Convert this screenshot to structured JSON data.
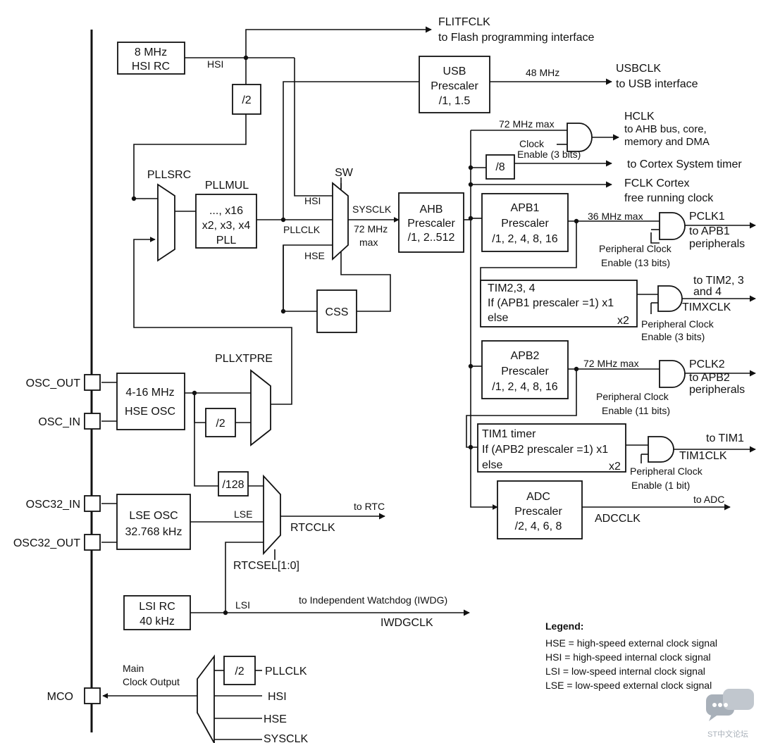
{
  "signals": {
    "flitfclk": "FLITFCLK",
    "flash_interface": "to Flash programming interface",
    "usbclk": "USBCLK",
    "usb_interface": "to USB interface",
    "usb_freq": "48 MHz",
    "hclk": "HCLK",
    "hclk_dest_1": "to AHB bus, core,",
    "hclk_dest_2": "memory and DMA",
    "max_72": "72 MHz max",
    "clock_enable_1": "Clock",
    "clock_enable_2": "Enable (3 bits)",
    "cortex_timer": "to Cortex System timer",
    "fclk_1": "FCLK Cortex",
    "fclk_2": "free running clock",
    "max_36": "36 MHz max",
    "pclk1": "PCLK1",
    "pclk1_dest_1": "to APB1",
    "pclk1_dest_2": "peripherals",
    "pce_13_1": "Peripheral Clock",
    "pce_13_2": "Enable (13 bits)",
    "tim234_dest_1": "to TIM2, 3",
    "tim234_dest_2": "and 4",
    "timxclk": "TIMXCLK",
    "pce_3_1": "Peripheral Clock",
    "pce_3_2": "Enable (3 bits)",
    "max_72b": "72 MHz max",
    "pclk2": "PCLK2",
    "pclk2_dest_1": "to APB2",
    "pclk2_dest_2": "peripherals",
    "pce_11_1": "Peripheral Clock",
    "pce_11_2": "Enable (11 bits)",
    "tim1_dest": "to TIM1",
    "tim1clk": "TIM1CLK",
    "pce_1_1": "Peripheral Clock",
    "pce_1_2": "Enable (1 bit)",
    "adc_dest": "to ADC",
    "adcclk": "ADCCLK",
    "hsi": "HSI",
    "hsi_sw": "HSI",
    "pllclk": "PLLCLK",
    "hse_sw": "HSE",
    "sysclk": "SYSCLK",
    "sysclk_max_1": "72 MHz",
    "sysclk_max_2": "max",
    "lse": "LSE",
    "lsi": "LSI",
    "rtc_dest": "to RTC",
    "rtcclk": "RTCCLK",
    "iwdg_dest": "to Independent Watchdog (IWDG)",
    "iwdgclk": "IWDGCLK",
    "mco_1": "Main",
    "mco_2": "Clock Output",
    "mco_pllclk": "PLLCLK",
    "mco_hsi": "HSI",
    "mco_hse": "HSE",
    "mco_sysclk": "SYSCLK"
  },
  "blocks": {
    "hsi_rc_1": "8 MHz",
    "hsi_rc_2": "HSI RC",
    "div2": "/2",
    "pllsrc": "PLLSRC",
    "pllmul": "PLLMUL",
    "pll_1": "..., x16",
    "pll_2": "x2, x3, x4",
    "pll_3": "PLL",
    "sw": "SW",
    "usb_1": "USB",
    "usb_2": "Prescaler",
    "usb_3": "/1, 1.5",
    "ahb_1": "AHB",
    "ahb_2": "Prescaler",
    "ahb_3": "/1, 2..512",
    "div8": "/8",
    "apb1_1": "APB1",
    "apb1_2": "Prescaler",
    "apb1_3": "/1, 2, 4, 8, 16",
    "tim234_1": "TIM2,3, 4",
    "tim234_2": "If (APB1 prescaler =1) x1",
    "tim234_3": "else",
    "tim234_4": "x2",
    "apb2_1": "APB2",
    "apb2_2": "Prescaler",
    "apb2_3": "/1, 2, 4, 8, 16",
    "tim1_1": "TIM1 timer",
    "tim1_2": "If (APB2 prescaler =1) x1",
    "tim1_3": "else",
    "tim1_4": "x2",
    "adc_1": "ADC",
    "adc_2": "Prescaler",
    "adc_3": "/2, 4, 6, 8",
    "css": "CSS",
    "pllxtpre": "PLLXTPRE",
    "hse_osc_1": "4-16 MHz",
    "hse_osc_2": "HSE OSC",
    "hse_div2": "/2",
    "div128": "/128",
    "lse_osc_1": "LSE OSC",
    "lse_osc_2": "32.768 kHz",
    "rtcsel": "RTCSEL[1:0]",
    "lsi_rc_1": "LSI RC",
    "lsi_rc_2": "40 kHz",
    "mco_div2": "/2"
  },
  "pins": {
    "osc_out": "OSC_OUT",
    "osc_in": "OSC_IN",
    "osc32_in": "OSC32_IN",
    "osc32_out": "OSC32_OUT",
    "mco": "MCO"
  },
  "legend": {
    "title": "Legend:",
    "hse": "HSE = high-speed external clock signal",
    "hsi": "HSI = high-speed internal clock signal",
    "lsi": "LSI = low-speed internal clock signal",
    "lse": "LSE = low-speed external clock signal"
  },
  "watermark": {
    "text": "ST中文论坛",
    "color": "#9aa3ad"
  }
}
